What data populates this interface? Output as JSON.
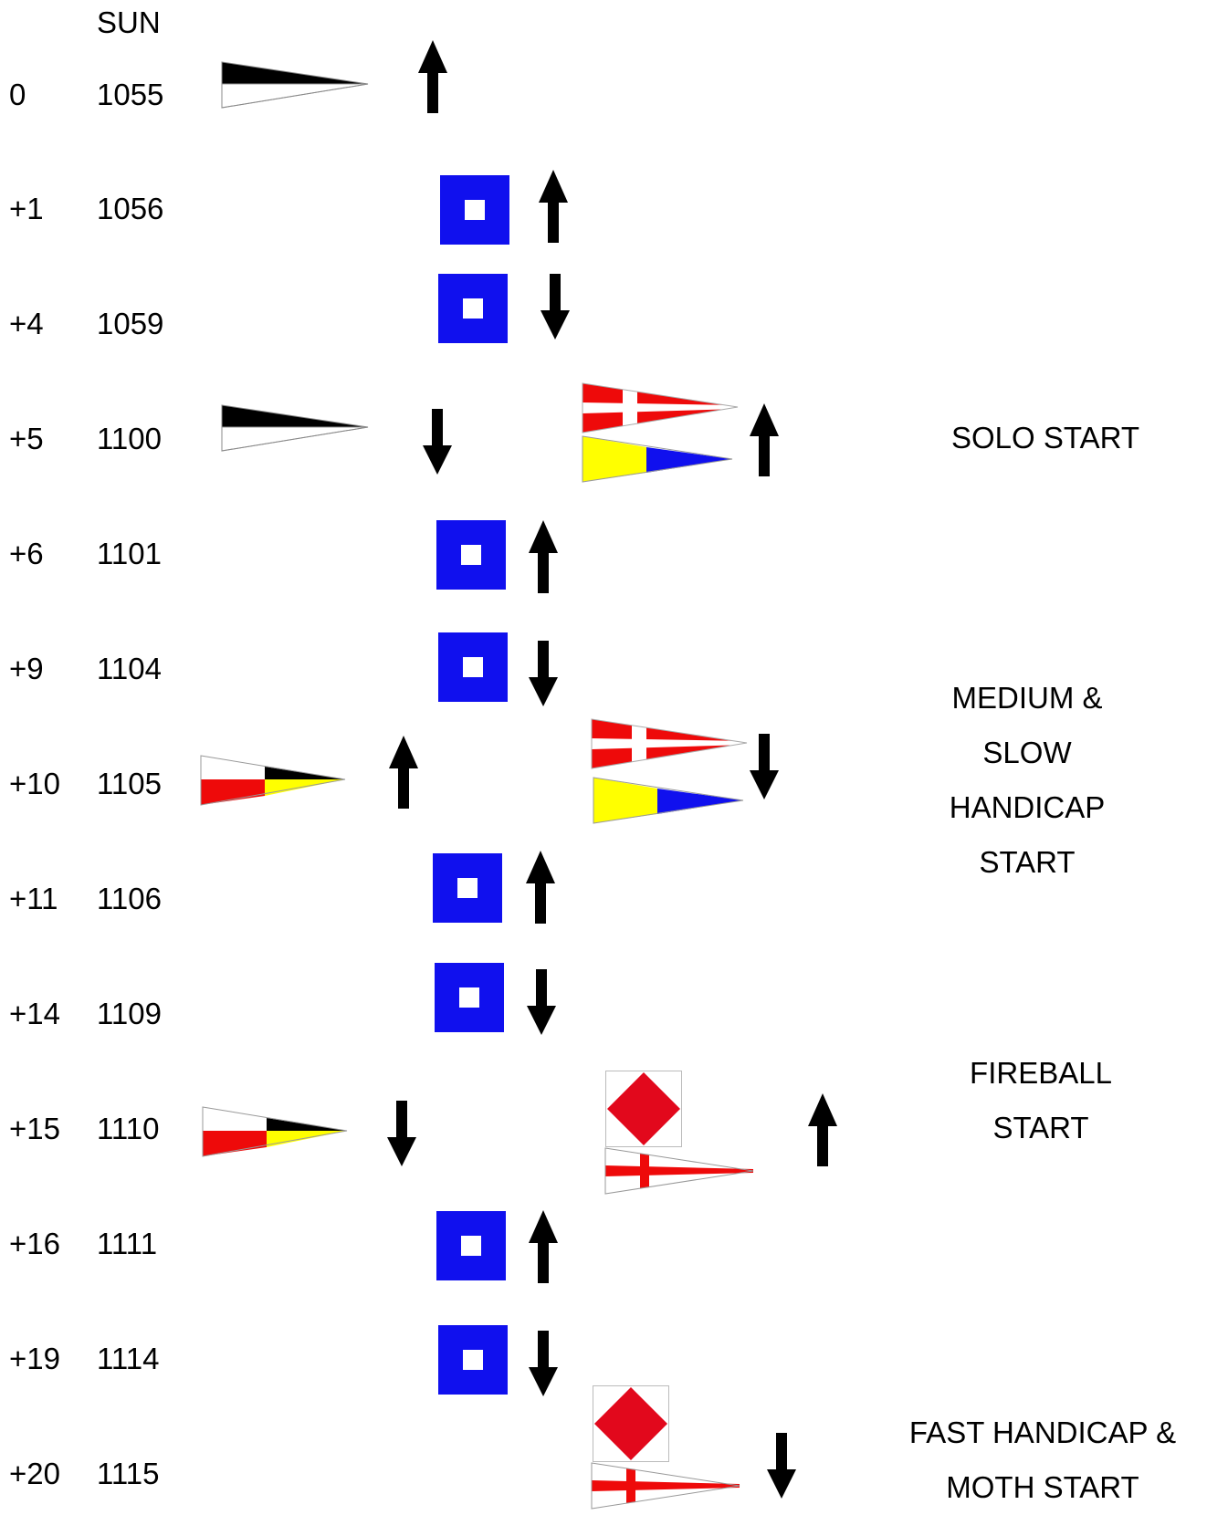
{
  "header": {
    "day_label": "SUN"
  },
  "colors": {
    "blue": "#1010ee",
    "red": "#ee0a0a",
    "yellow": "#ffff00",
    "black": "#000000",
    "diamond_red": "#e2081c"
  },
  "rows": [
    {
      "offset": "0",
      "time": "1055"
    },
    {
      "offset": "+1",
      "time": "1056"
    },
    {
      "offset": "+4",
      "time": "1059"
    },
    {
      "offset": "+5",
      "time": "1100"
    },
    {
      "offset": "+6",
      "time": "1101"
    },
    {
      "offset": "+9",
      "time": "1104"
    },
    {
      "offset": "+10",
      "time": "1105"
    },
    {
      "offset": "+11",
      "time": "1106"
    },
    {
      "offset": "+14",
      "time": "1109"
    },
    {
      "offset": "+15",
      "time": "1110"
    },
    {
      "offset": "+16",
      "time": "1111"
    },
    {
      "offset": "+19",
      "time": "1114"
    },
    {
      "offset": "+20",
      "time": "1115"
    }
  ],
  "starts": {
    "solo": "SOLO START",
    "medium_slow": [
      "MEDIUM &",
      "SLOW",
      "HANDICAP",
      "START"
    ],
    "fireball": [
      "FIREBALL",
      "START"
    ],
    "fast_moth": [
      "FAST HANDICAP &",
      "MOTH START"
    ]
  },
  "signals": [
    {
      "flag": "black-white-pennant",
      "action": "up"
    },
    {
      "flag": "blue-p-flag",
      "action": "up"
    },
    {
      "flag": "blue-p-flag",
      "action": "down"
    },
    {
      "flag": "black-white-pennant",
      "action": "down"
    },
    {
      "flag": "red-white-cross-pennant",
      "action": "up"
    },
    {
      "flag": "yellow-blue-pennant",
      "action": "up"
    },
    {
      "flag": "blue-p-flag",
      "action": "up"
    },
    {
      "flag": "blue-p-flag",
      "action": "down"
    },
    {
      "flag": "red-white-black-yellow-pennant",
      "action": "up"
    },
    {
      "flag": "red-white-cross-pennant",
      "action": "down"
    },
    {
      "flag": "yellow-blue-pennant",
      "action": "down"
    },
    {
      "flag": "blue-p-flag",
      "action": "up"
    },
    {
      "flag": "blue-p-flag",
      "action": "down"
    },
    {
      "flag": "red-white-black-yellow-pennant",
      "action": "down"
    },
    {
      "flag": "red-diamond-flag",
      "action": "up"
    },
    {
      "flag": "white-red-cross-pennant",
      "action": "up"
    },
    {
      "flag": "blue-p-flag",
      "action": "up"
    },
    {
      "flag": "blue-p-flag",
      "action": "down"
    },
    {
      "flag": "red-diamond-flag",
      "action": "down"
    },
    {
      "flag": "white-red-cross-pennant",
      "action": "down"
    }
  ]
}
